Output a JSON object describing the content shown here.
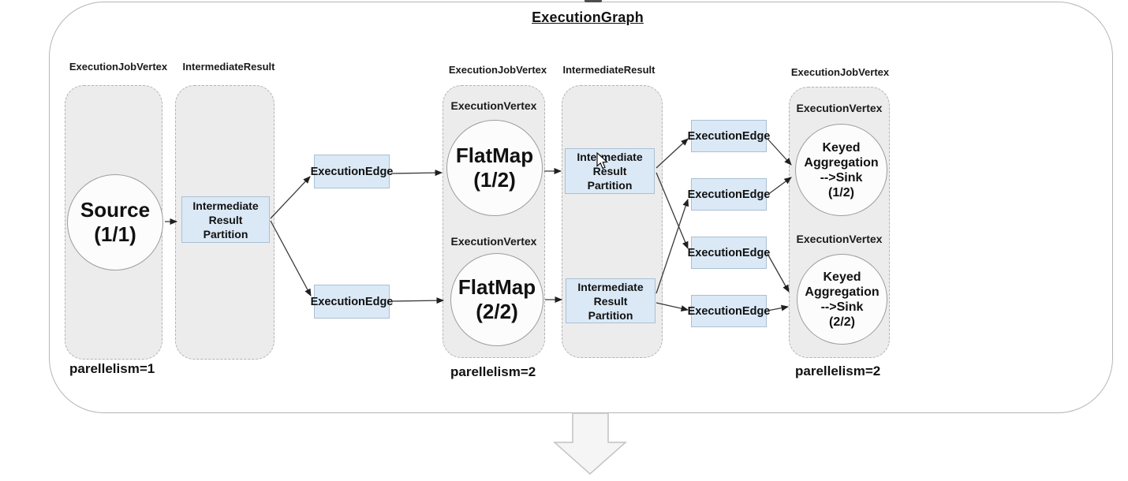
{
  "title": "ExecutionGraph",
  "columns": {
    "left_job_vertex": "ExecutionJobVertex",
    "left_intermediate_result": "IntermediateResult",
    "mid_job_vertex": "ExecutionJobVertex",
    "mid_intermediate_result": "IntermediateResult",
    "right_job_vertex": "ExecutionJobVertex"
  },
  "execution_vertex_label": "ExecutionVertex",
  "vertices": {
    "source": {
      "name": "Source",
      "index": "(1/1)"
    },
    "flatmap1": {
      "name": "FlatMap",
      "index": "(1/2)"
    },
    "flatmap2": {
      "name": "FlatMap",
      "index": "(2/2)"
    },
    "keyed_agg_sink1": {
      "line1": "Keyed",
      "line2": "Aggregation",
      "line3": "-->Sink",
      "line4": "(1/2)"
    },
    "keyed_agg_sink2": {
      "line1": "Keyed",
      "line2": "Aggregation",
      "line3": "-->Sink",
      "line4": "(2/2)"
    }
  },
  "partition": {
    "line1": "Intermediate",
    "line2": "Result",
    "line3": "Partition"
  },
  "edge_label": "ExecutionEdge",
  "parallelism": {
    "left": "parellelism=1",
    "middle": "parellelism=2",
    "right": "parellelism=2"
  },
  "colors": {
    "group_fill": "#ececec",
    "group_border": "#b3b3b3",
    "node_fill": "#fcfcfc",
    "node_border": "#9d9d9d",
    "box_fill": "#dbe9f6",
    "box_border": "#a9c0d4",
    "outer_border": "#b5b5b5",
    "arrow_line": "#3a3a3a",
    "big_arrow_fill": "#f5f5f5",
    "big_arrow_border": "#c2c2c2"
  }
}
